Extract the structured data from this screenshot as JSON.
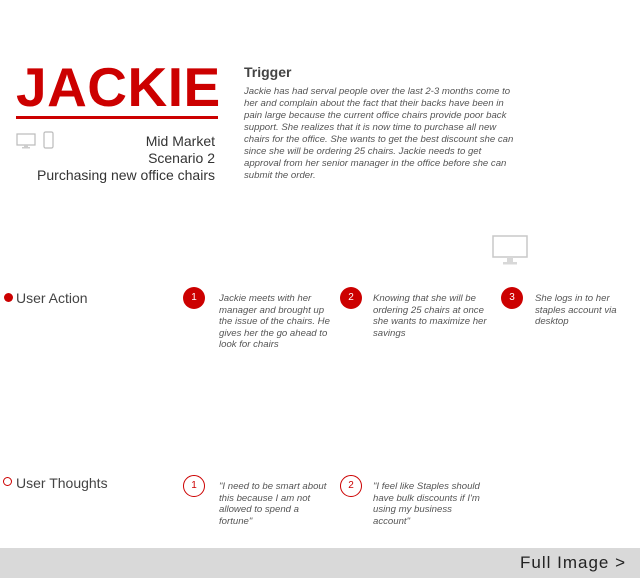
{
  "persona": {
    "name": "JACKIE",
    "segment": "Mid Market",
    "scenario": "Scenario 2",
    "task": "Purchasing new office chairs"
  },
  "trigger": {
    "heading": "Trigger",
    "body": "Jackie has had serval people over the last 2-3 months come to her and complain about the fact that their backs have been in pain large because the current office chairs provide poor back support. She realizes that it is now time to purchase all new chairs for the office. She wants to get the best discount she can since she will be ordering 25 chairs. Jackie needs to get approval from her senior manager in the office before she can submit the order."
  },
  "rows": {
    "actions": {
      "label": "User Action",
      "steps": [
        {
          "number": "1",
          "text": "Jackie meets with her manager and brought up the issue of the chairs. He gives her the go ahead to look for chairs"
        },
        {
          "number": "2",
          "text": "Knowing that she will be ordering 25 chairs at once she wants to maximize her savings"
        },
        {
          "number": "3",
          "text": "She logs in to her staples account via desktop"
        }
      ]
    },
    "thoughts": {
      "label": "User Thoughts",
      "steps": [
        {
          "number": "1",
          "text": "\"I need to be smart about this because I am not allowed to spend a fortune\""
        },
        {
          "number": "2",
          "text": "\"I feel like Staples should have bulk discounts if I'm using my business account\""
        }
      ]
    }
  },
  "footer": {
    "link_label": "Full Image >"
  },
  "icons": {
    "desktop": "desktop-icon",
    "phone": "phone-icon"
  },
  "colors": {
    "accent": "#cc0000",
    "footer_bg": "#d9d9d9"
  }
}
